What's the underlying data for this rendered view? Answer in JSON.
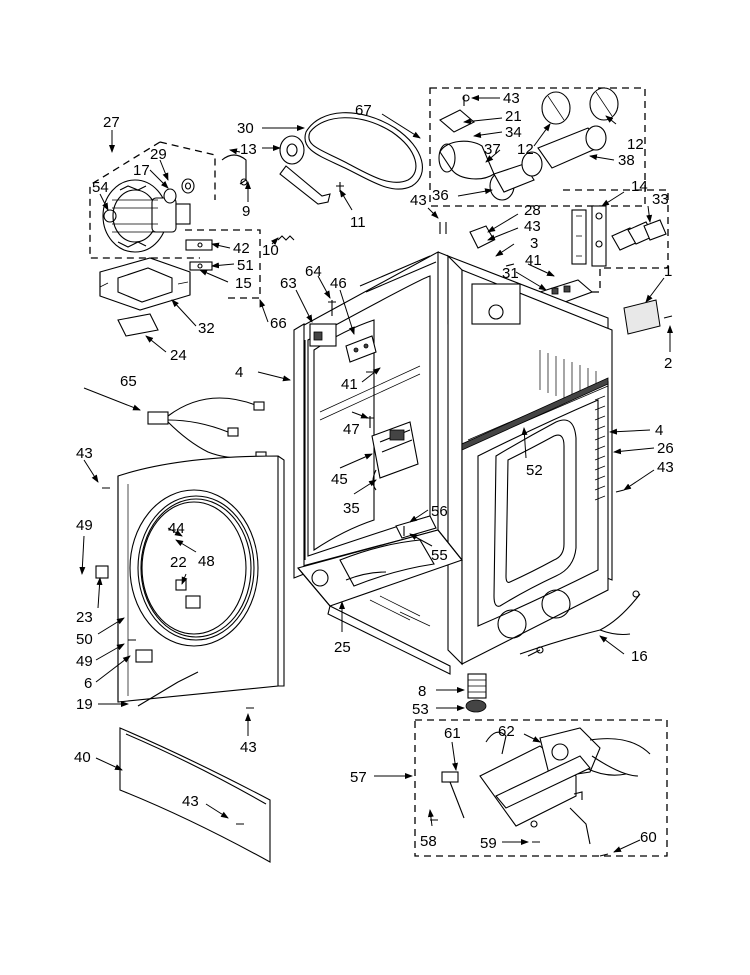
{
  "callouts": {
    "c1": "1",
    "c2": "2",
    "c3": "3",
    "c4a": "4",
    "c4b": "4",
    "c6": "6",
    "c8": "8",
    "c9": "9",
    "c10": "10",
    "c11": "11",
    "c12a": "12",
    "c12b": "12",
    "c13": "13",
    "c14": "14",
    "c15": "15",
    "c16": "16",
    "c17": "17",
    "c19": "19",
    "c21": "21",
    "c22": "22",
    "c23": "23",
    "c24": "24",
    "c25": "25",
    "c26": "26",
    "c27": "27",
    "c28": "28",
    "c29": "29",
    "c30": "30",
    "c31": "31",
    "c32": "32",
    "c33": "33",
    "c34": "34",
    "c35": "35",
    "c36": "36",
    "c37": "37",
    "c38": "38",
    "c40": "40",
    "c41a": "41",
    "c41b": "41",
    "c42": "42",
    "c43a": "43",
    "c43b": "43",
    "c43c": "43",
    "c43d": "43",
    "c43e": "43",
    "c43f": "43",
    "c43g": "43",
    "c44": "44",
    "c45": "45",
    "c46": "46",
    "c47": "47",
    "c48": "48",
    "c49a": "49",
    "c49b": "49",
    "c50": "50",
    "c51": "51",
    "c52": "52",
    "c53": "53",
    "c54": "54",
    "c55": "55",
    "c56": "56",
    "c57": "57",
    "c58": "58",
    "c59": "59",
    "c60": "60",
    "c61": "61",
    "c62": "62",
    "c63": "63",
    "c64": "64",
    "c65": "65",
    "c66": "66",
    "c67": "67"
  }
}
